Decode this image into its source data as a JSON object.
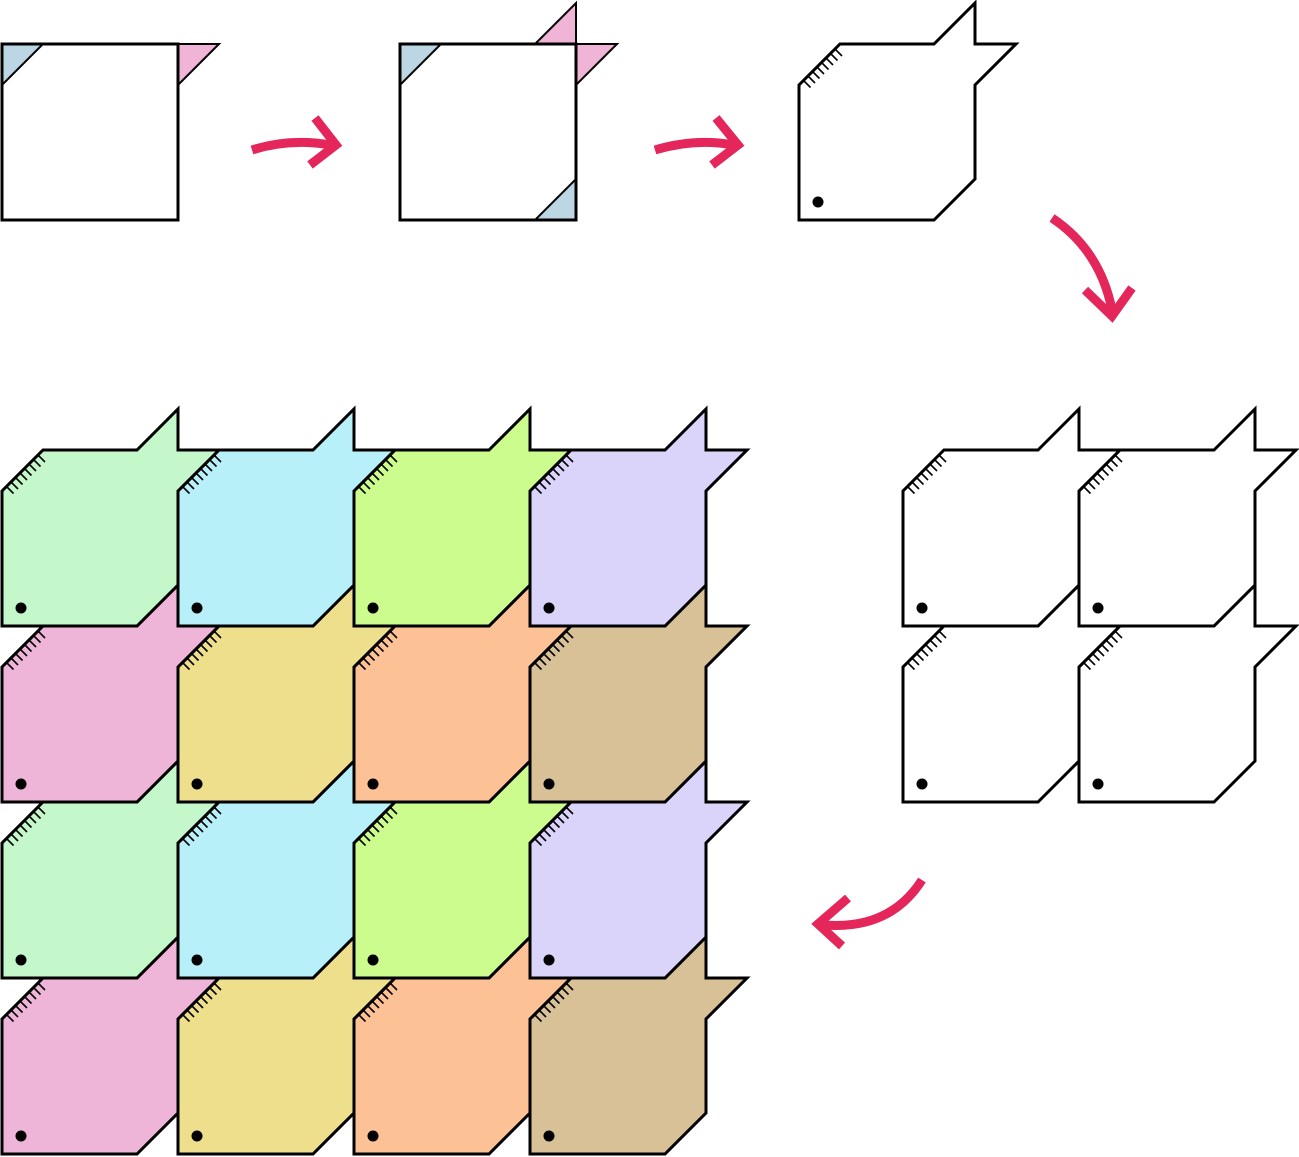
{
  "colors": {
    "arrow": "#e5265b",
    "corner_blue": "#bcd7e3",
    "corner_pink": "#efb4d6",
    "outline": "#000000",
    "background": "#ffffff"
  },
  "tessellation_colors": [
    [
      "#c4f7c9",
      "#b8f0fa",
      "#ccfc8e",
      "#dad4fb"
    ],
    [
      "#eeb5d8",
      "#eedf8c",
      "#fdc196",
      "#d8c097"
    ],
    [
      "#c4f7c9",
      "#b8f0fa",
      "#ccfc8e",
      "#dad4fb"
    ],
    [
      "#eeb5d8",
      "#eedf8c",
      "#fdc196",
      "#d8c097"
    ]
  ],
  "steps": [
    {
      "id": "square-with-marked-corners",
      "description_shape": "square",
      "corners": [
        "top-left-blue",
        "top-right-pink"
      ]
    },
    {
      "id": "square-with-translated-corners",
      "description_shape": "square",
      "corners": [
        "top-left-blue",
        "top-right-pink",
        "bottom-right-blue",
        "top-right-pink-moved-up"
      ]
    },
    {
      "id": "fish-tile",
      "description_shape": "fish-tile"
    },
    {
      "id": "two-by-two-tiling",
      "rows": 2,
      "cols": 2
    },
    {
      "id": "four-by-four-colored-tessellation",
      "rows": 4,
      "cols": 4
    }
  ],
  "arrows": [
    {
      "id": "arrow-step-1",
      "direction": "right"
    },
    {
      "id": "arrow-step-2",
      "direction": "right"
    },
    {
      "id": "arrow-step-3",
      "direction": "down-curve"
    },
    {
      "id": "arrow-step-4",
      "direction": "left-curve"
    }
  ]
}
